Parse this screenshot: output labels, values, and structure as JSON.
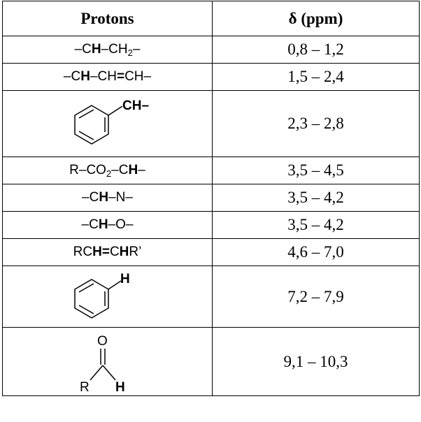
{
  "table": {
    "headers": {
      "protons": "Protons",
      "shift": "δ (ppm)"
    },
    "rows": [
      {
        "shift": "0,8 – 1,2"
      },
      {
        "shift": "1,5 – 2,4"
      },
      {
        "shift": "2,3 – 2,8",
        "structure_label": "CH–"
      },
      {
        "shift": "3,5 – 4,5"
      },
      {
        "shift": "3,5 – 4,2"
      },
      {
        "shift": "3,5 – 4,2"
      },
      {
        "shift": "4,6 – 7,0"
      },
      {
        "shift": "7,2 – 7,9",
        "structure_label": "H"
      },
      {
        "shift": "9,1 – 10,3",
        "structure_labels": {
          "o": "O",
          "r": "R",
          "h": "H"
        }
      }
    ],
    "proton_text": {
      "r0": {
        "a": "–C",
        "b": "H",
        "c": "–CH",
        "sub": "2",
        "d": "–"
      },
      "r1": {
        "a": "–C",
        "b": "H",
        "c": "–CH",
        "eq": "=",
        "d": "CH–"
      },
      "r3": {
        "a": "R–CO",
        "sub": "2",
        "c": "–C",
        "b": "H",
        "d": "–"
      },
      "r4": {
        "a": "–C",
        "b": "H",
        "c": "–N–"
      },
      "r5": {
        "a": "–C",
        "b": "H",
        "c": "–O–"
      },
      "r6": {
        "a": "RC",
        "b": "H",
        "eq": "=",
        "c": "C",
        "b2": "H",
        "d": "R’"
      }
    }
  }
}
